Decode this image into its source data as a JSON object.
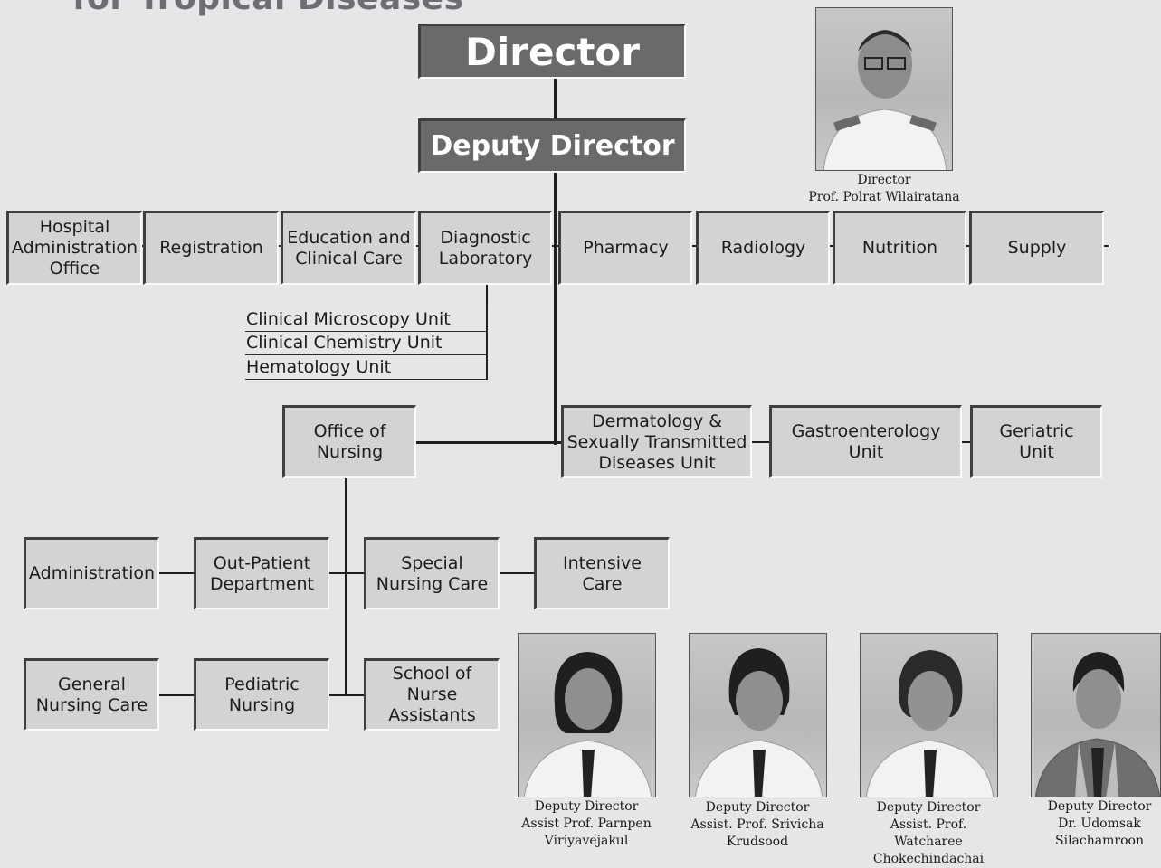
{
  "title": "for Tropical Diseases",
  "chart": {
    "director": "Director",
    "deputy_director": "Deputy Director",
    "departments": [
      "Hospital\nAdministration\nOffice",
      "Registration",
      "Education and\nClinical Care",
      "Diagnostic\nLaboratory",
      "Pharmacy",
      "Radiology",
      "Nutrition",
      "Supply"
    ],
    "lab_units": [
      "Clinical Microscopy Unit",
      "Clinical Chemistry Unit",
      "Hematology Unit"
    ],
    "office_of_nursing": "Office of\nNursing",
    "clinical_units": [
      "Dermatology &\nSexually Transmitted\nDiseases Unit",
      "Gastroenterology\nUnit",
      "Geriatric\nUnit"
    ],
    "nursing_units": {
      "administration": "Administration",
      "out_patient": "Out-Patient\nDepartment",
      "special_nursing": "Special\nNursing Care",
      "intensive_care": "Intensive\nCare",
      "general_nursing": "General\nNursing Care",
      "pediatric_nursing": "Pediatric\nNursing",
      "school_nurse": "School of Nurse\nAssistants"
    }
  },
  "people": {
    "director": "Director\nProf. Polrat Wilairatana",
    "deputies": [
      "Deputy Director\nAssist Prof. Parnpen\nViriyavejakul",
      "Deputy Director\nAssist. Prof. Srivicha\nKrudsood",
      "Deputy Director\nAssist. Prof.\nWatcharee\nChokechindachai",
      "Deputy Director\nDr. Udomsak\nSilachamroon"
    ]
  }
}
